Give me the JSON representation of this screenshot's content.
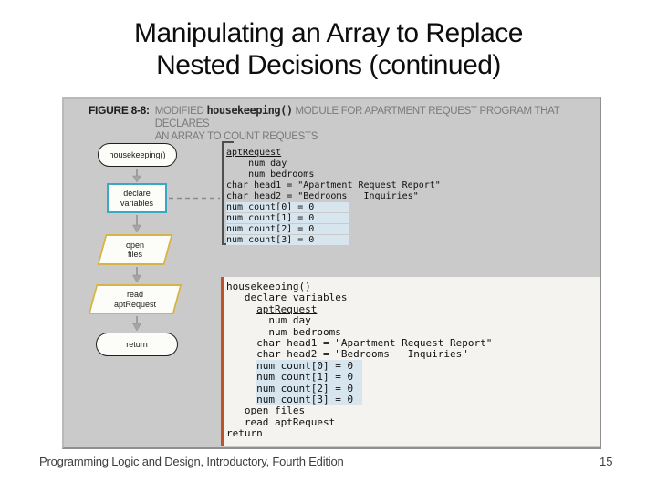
{
  "slide": {
    "title_line1": "Manipulating an Array to Replace",
    "title_line2": "Nested Decisions (continued)",
    "footer": "Programming Logic and Design, Introductory, Fourth Edition",
    "page_number": "15"
  },
  "figure": {
    "label": "FIGURE 8-8:",
    "caption_part1": "MODIFIED ",
    "caption_code": "housekeeping()",
    "caption_part2": " MODULE FOR APARTMENT REQUEST PROGRAM THAT DECLARES",
    "caption_line2": "AN ARRAY TO COUNT REQUESTS"
  },
  "flowchart": {
    "nodes": [
      {
        "type": "terminator",
        "label": "housekeeping()"
      },
      {
        "type": "process",
        "label": "declare variables"
      },
      {
        "type": "io",
        "label": "open files"
      },
      {
        "type": "io",
        "label": "read aptRequest"
      },
      {
        "type": "terminator",
        "label": "return"
      }
    ]
  },
  "declaration_note": {
    "lines": [
      {
        "t": "aptRequest",
        "u": true
      },
      {
        "t": "    num day"
      },
      {
        "t": "    num bedrooms"
      },
      {
        "t": "char head1 = \"Apartment Request Report\""
      },
      {
        "t": "char head2 = \"Bedrooms   Inquiries\""
      },
      {
        "t": "num count[0] = 0",
        "h": true
      },
      {
        "t": "num count[1] = 0",
        "h": true
      },
      {
        "t": "num count[2] = 0",
        "h": true
      },
      {
        "t": "num count[3] = 0",
        "h": true
      }
    ]
  },
  "pseudocode": {
    "lines": [
      {
        "t": "housekeeping()"
      },
      {
        "t": "   declare variables"
      },
      {
        "t": "     aptRequest",
        "u": true
      },
      {
        "t": "       num day"
      },
      {
        "t": "       num bedrooms"
      },
      {
        "t": "     char head1 = \"Apartment Request Report\""
      },
      {
        "t": "     char head2 = \"Bedrooms   Inquiries\""
      },
      {
        "t": "     num count[0] = 0",
        "h": true
      },
      {
        "t": "     num count[1] = 0",
        "h": true
      },
      {
        "t": "     num count[2] = 0",
        "h": true
      },
      {
        "t": "     num count[3] = 0",
        "h": true
      },
      {
        "t": "   open files"
      },
      {
        "t": "   read aptRequest"
      },
      {
        "t": "return"
      }
    ]
  },
  "colors": {
    "panel_bg": "#cacaca",
    "process_border": "#3aa7c5",
    "io_border": "#d5b54a",
    "pseudocode_accent": "#bf5229",
    "highlight": "#d7e5ee"
  }
}
